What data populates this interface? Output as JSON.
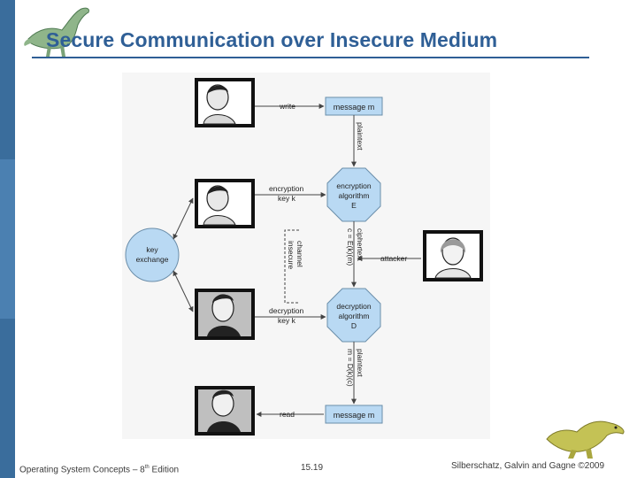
{
  "slide": {
    "title": "Secure Communication over Insecure Medium",
    "footer_left_pre": "Operating System Concepts – 8",
    "footer_left_sup": "th",
    "footer_left_post": " Edition",
    "footer_center": "15.19",
    "footer_right": "Silberschatz, Galvin and Gagne ©2009"
  },
  "diagram": {
    "write": "write",
    "message_top": "message m",
    "plaintext_top": "plaintext",
    "enc_key_l1": "encryption",
    "enc_key_l2": "key k",
    "enc_alg_l1": "encryption",
    "enc_alg_l2": "algorithm",
    "enc_alg_l3": "E",
    "key_exchange_l1": "key",
    "key_exchange_l2": "exchange",
    "insecure_l1": "insecure",
    "insecure_l2": "channel",
    "ciphertext_l1": "ciphertext",
    "ciphertext_l2": "c = E(k)(m)",
    "attacker": "attacker",
    "dec_key_l1": "decryption",
    "dec_key_l2": "key k",
    "dec_alg_l1": "decryption",
    "dec_alg_l2": "algorithm",
    "dec_alg_l3": "D",
    "plaintext_bot_l1": "plaintext",
    "plaintext_bot_l2": "m = D(k)(c)",
    "read": "read",
    "message_bot": "message m"
  }
}
